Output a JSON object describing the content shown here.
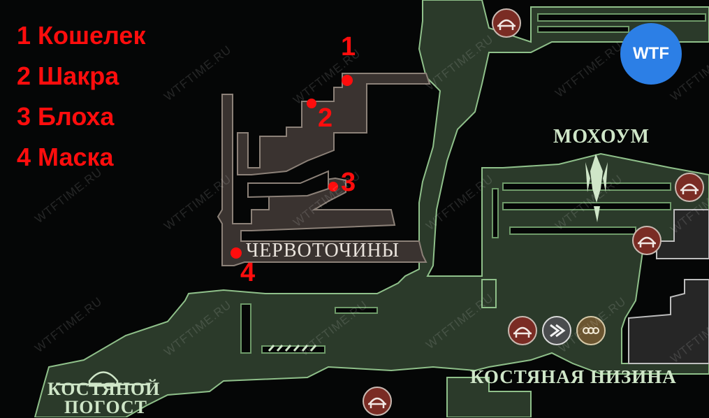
{
  "legend": [
    {
      "num": "1",
      "label": "Кошелек"
    },
    {
      "num": "2",
      "label": "Шакра"
    },
    {
      "num": "3",
      "label": "Блоха"
    },
    {
      "num": "4",
      "label": "Маска"
    }
  ],
  "markers": [
    "1",
    "2",
    "3",
    "4"
  ],
  "regions": {
    "wormways": "ЧЕРВОТОЧИНЫ",
    "moss": "МОХОУМ",
    "bone_bottom": "КОСТЯНАЯ НИЗИНА",
    "bone_graveyard_1": "КОСТЯНОЙ",
    "bone_graveyard_2": "ПОГОСТ"
  },
  "brand": "WTF",
  "watermark": "WTFTIME.RU",
  "colors": {
    "marker_red": "#ff0d0d",
    "zone_green": "#2b3a2a",
    "zone_green_edge": "#8fc08a",
    "zone_brown": "#3a3330",
    "zone_brown_edge": "#8c8178",
    "zone_grey": "#262626",
    "zone_grey_edge": "#bdbdbd",
    "label_green": "#cfe6c8",
    "label_light": "#e9e3dc",
    "brand_blue": "#2c7fe6"
  },
  "icons": [
    "bench-icon",
    "bench-icon",
    "bench-icon",
    "bench-icon",
    "bench-icon",
    "bench-icon",
    "fast-travel-icon",
    "bell-station-icon",
    "graveyard-hut-icon",
    "moss-crystal-icon"
  ]
}
